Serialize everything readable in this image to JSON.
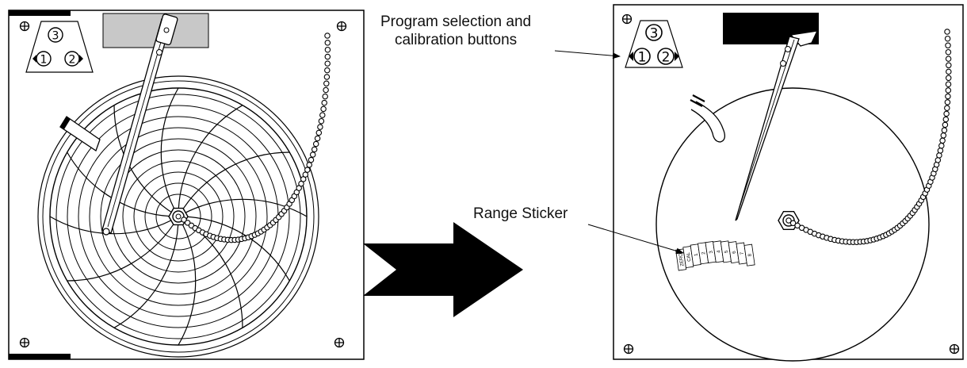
{
  "callouts": {
    "program_buttons_line1": "Program selection and",
    "program_buttons_line2": "calibration buttons",
    "range_sticker": "Range Sticker"
  },
  "button_glyphs": {
    "top": "3",
    "left": "1",
    "right": "2"
  },
  "range_sticker_cells": [
    "ZERO",
    "CAL",
    "1",
    "2",
    "3",
    "4",
    "5",
    "6",
    "7",
    "8"
  ],
  "colors": {
    "line": "#000000",
    "paper": "#ffffff",
    "window_gray": "#c8c8c8",
    "window_black": "#000000",
    "arrow": "#000000"
  }
}
